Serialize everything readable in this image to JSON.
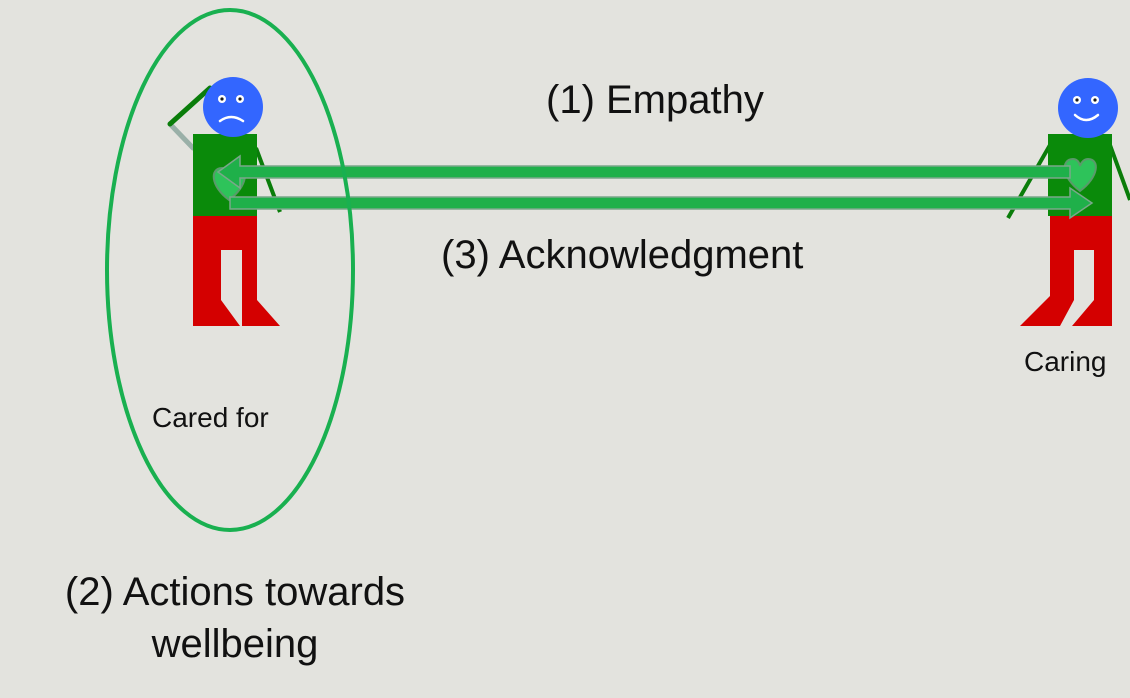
{
  "labels": {
    "empathy": "(1) Empathy",
    "acknowledgment": "(3) Acknowledgment",
    "cared_for": "Cared for",
    "caring": "Caring",
    "actions_line1": "(2) Actions towards",
    "actions_line2": "wellbeing"
  },
  "colors": {
    "background": "#e3e3de",
    "face": "#3366ff",
    "torso": "#0a8a0a",
    "legs": "#d40000",
    "arrow": "#1fb04a",
    "heart": "#2ec35a",
    "ellipse": "#19b050"
  },
  "icons": {
    "cared_for_face": "sad-face-icon",
    "caring_face": "smiling-face-icon",
    "heart": "heart-icon"
  }
}
